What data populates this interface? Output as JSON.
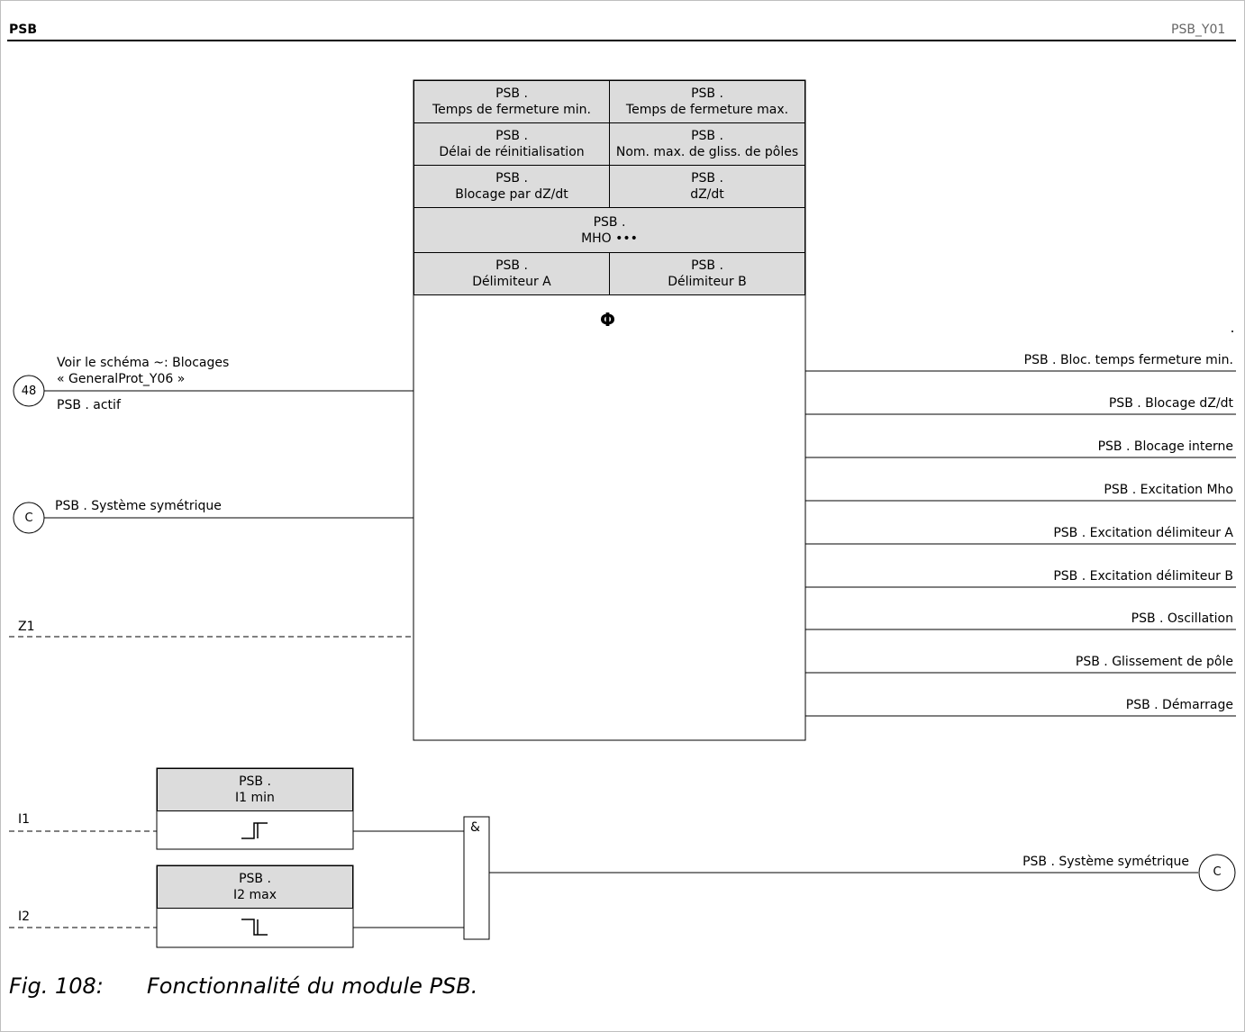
{
  "header": {
    "title": "PSB",
    "id": "PSB_Y01"
  },
  "main_block": {
    "params": [
      {
        "line1": "PSB .",
        "line2": "Temps de fermeture min."
      },
      {
        "line1": "PSB .",
        "line2": "Temps de fermeture max."
      },
      {
        "line1": "PSB .",
        "line2": "Délai de réinitialisation"
      },
      {
        "line1": "PSB .",
        "line2": "Nom. max. de gliss. de pôles"
      },
      {
        "line1": "PSB .",
        "line2": "Blocage par dZ/dt"
      },
      {
        "line1": "PSB .",
        "line2": "dZ/dt"
      },
      {
        "line1": "PSB .",
        "line2": "MHO •••"
      },
      {
        "line1": "PSB .",
        "line2": "Délimiteur A"
      },
      {
        "line1": "PSB .",
        "line2": "Délimiteur B"
      }
    ],
    "symbol": "Φ"
  },
  "inputs": {
    "note_line1": "Voir le schéma ~: Blocages",
    "note_line2": "« GeneralProt_Y06 »",
    "connector_48": "48",
    "active_label": "PSB . actif",
    "connector_c": "C",
    "symmetric_label": "PSB . Système symétrique",
    "z1_label": "Z1"
  },
  "outputs": [
    "PSB . Bloc. temps fermeture min.",
    "PSB . Blocage dZ/dt",
    "PSB . Blocage interne",
    "PSB . Excitation Mho",
    "PSB . Excitation délimiteur A",
    "PSB . Excitation délimiteur B",
    "PSB . Oscillation",
    "PSB . Glissement de pôle",
    "PSB . Démarrage"
  ],
  "lower": {
    "i1_block": {
      "line1": "PSB .",
      "line2": "I1 min"
    },
    "i2_block": {
      "line1": "PSB .",
      "line2": "I2 max"
    },
    "i1_label": "I1",
    "i2_label": "I2",
    "and_gate": "&",
    "output_label": "PSB . Système symétrique",
    "output_connector": "C"
  },
  "caption": {
    "number": "Fig. 108:",
    "text": "Fonctionnalité du module PSB."
  }
}
